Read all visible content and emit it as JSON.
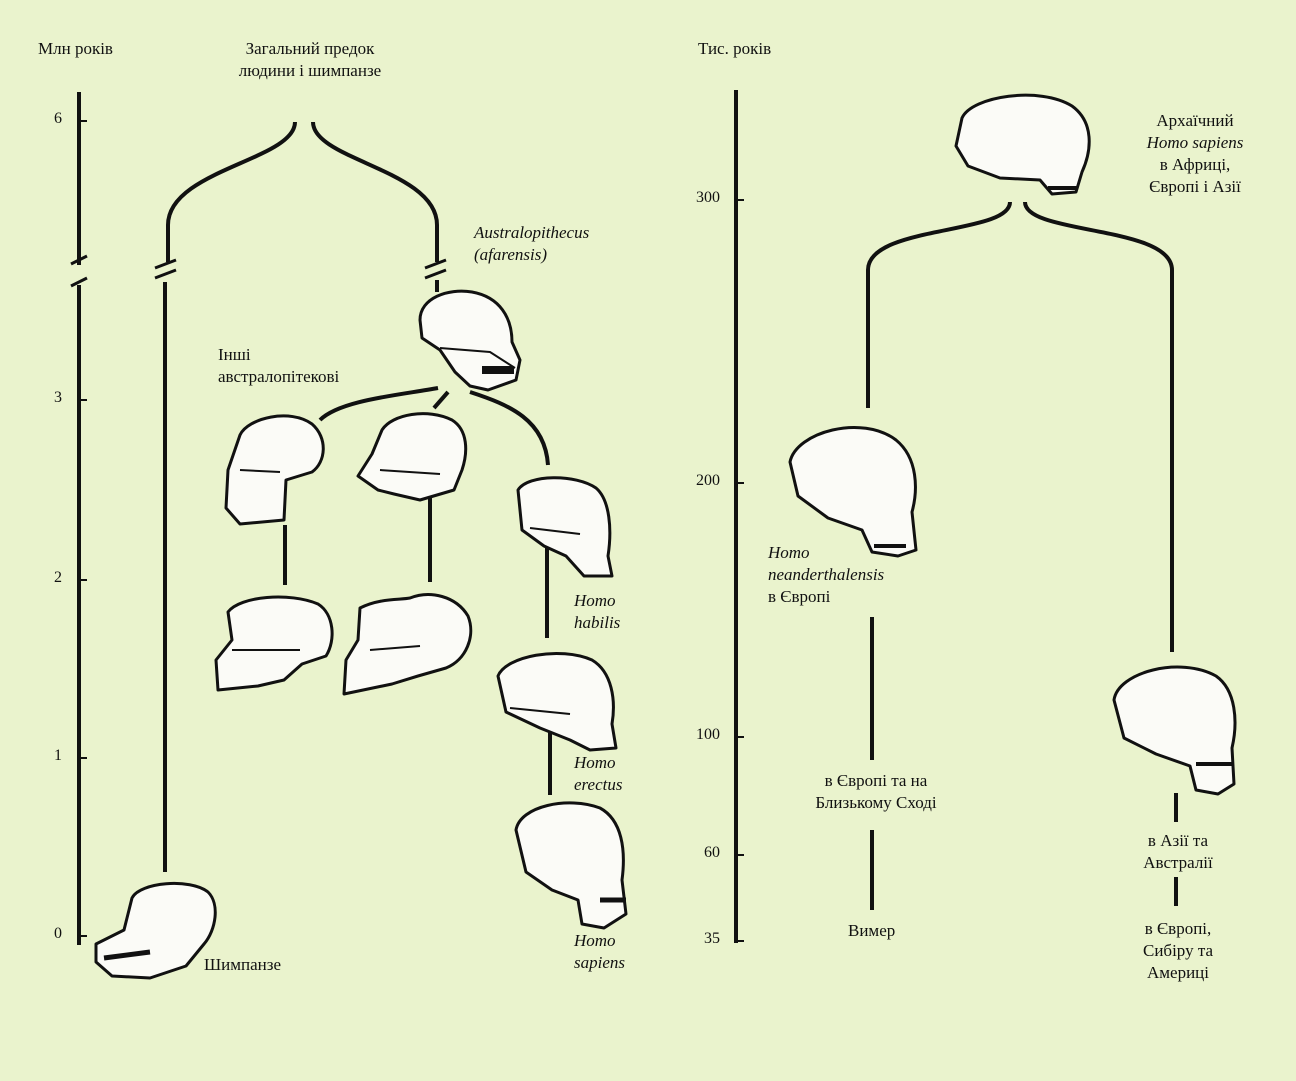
{
  "left_panel": {
    "axis_title": "Млн років",
    "ticks": [
      "6",
      "3",
      "2",
      "1",
      "0"
    ],
    "common_ancestor": [
      "Загальний предок",
      "людини і шимпанзе"
    ],
    "australopithecus": [
      "Australopithecus",
      "(afarensis)"
    ],
    "other_australopithecines": [
      "Інші",
      "австралопітекові"
    ],
    "homo_habilis": [
      "Homo",
      "habilis"
    ],
    "homo_erectus": [
      "Homo",
      "erectus"
    ],
    "homo_sapiens": [
      "Homo",
      "sapiens"
    ],
    "chimpanzee": "Шимпанзе"
  },
  "right_panel": {
    "axis_title": "Тис. років",
    "ticks": [
      "300",
      "200",
      "100",
      "60",
      "35"
    ],
    "archaic_sapiens": [
      "Архаїчний",
      "Homo sapiens",
      "в Африці,",
      "Європі і Азії"
    ],
    "neanderthal": [
      "Homo",
      "neanderthalensis",
      "в Європі"
    ],
    "neanderthal_range": [
      "в Європі та на",
      "Близькому Сході"
    ],
    "extinct": "Вимер",
    "asia_australia": [
      "в Азії та",
      "Австралії"
    ],
    "europe_siberia_america": [
      "в Європі,",
      "Сибіру та",
      "Америці"
    ]
  }
}
